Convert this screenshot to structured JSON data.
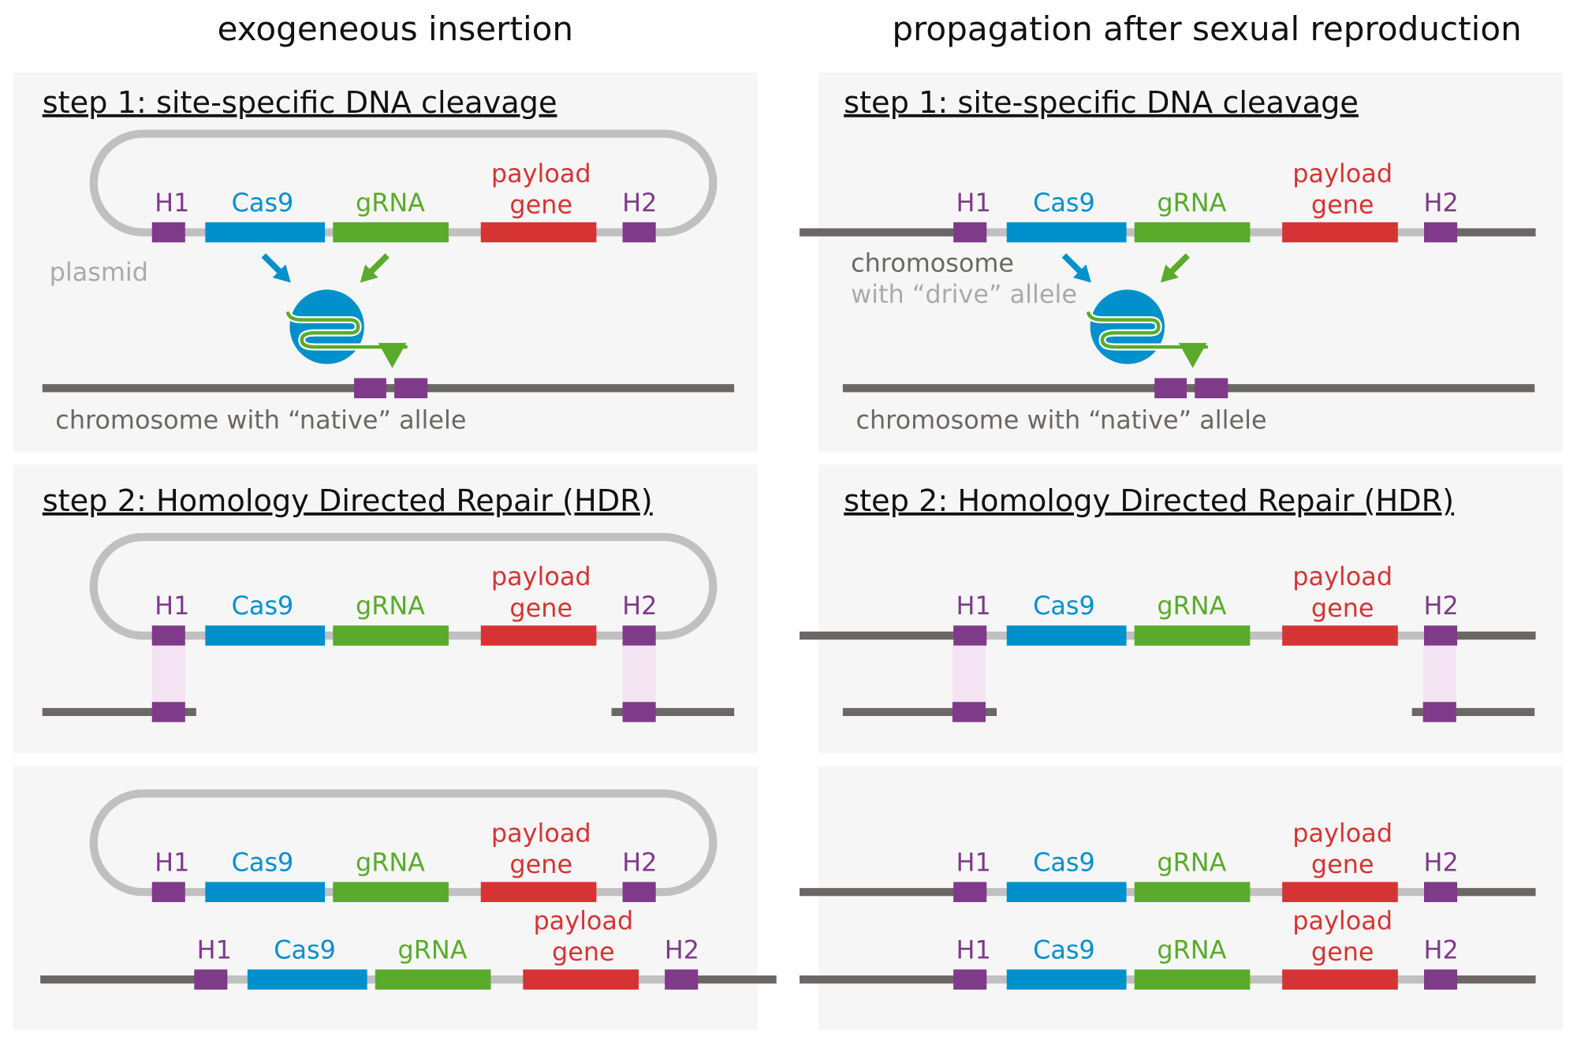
{
  "columns": [
    {
      "title": "exogeneous insertion"
    },
    {
      "title": "propagation after sexual reproduction"
    }
  ],
  "steps": {
    "step1": "step 1: site-specific DNA cleavage",
    "step2": "step 2: Homology Directed Repair (HDR)"
  },
  "labels": {
    "h1": "H1",
    "cas9": "Cas9",
    "grna": "gRNA",
    "payload_line1": "payload",
    "payload_line2": "gene",
    "h2": "H2",
    "plasmid": "plasmid",
    "native_chromosome": "chromosome with “native” allele",
    "drive_chromosome_line1": "chromosome",
    "drive_chromosome_line2": "with “drive” allele"
  },
  "colors": {
    "cas9": "#0090cc",
    "grna": "#5aab2b",
    "payload": "#d63434",
    "homology_arm": "#7f3a8a",
    "chromosome": "#6b6764",
    "plasmid_backbone": "#c0c0c0",
    "pairing": "#f4e4f3",
    "panel": "#f6f6f6"
  }
}
